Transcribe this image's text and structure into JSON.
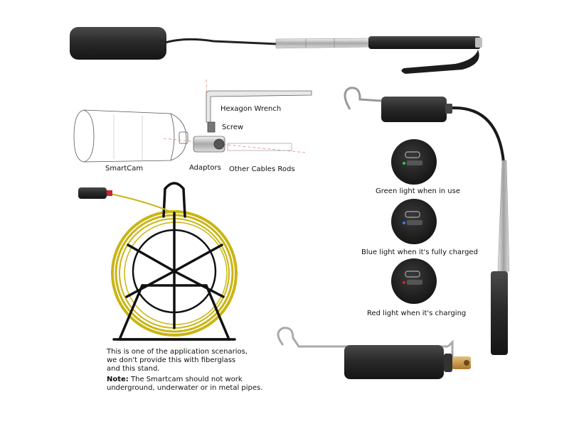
{
  "labels": {
    "hexagon_wrench": "Hexagon Wrench",
    "screw": "Screw",
    "smartcam": "SmartCam",
    "adaptors": "Adaptors",
    "other_cables_rods": "Other Cables Rods",
    "green_light": "Green light when in use",
    "blue_light": "Blue light when it's fully charged",
    "red_light": "Red light when it's charging"
  },
  "note": {
    "line1": "This is one of the application scenarios,",
    "line2": "we don't provide this with fiberglass",
    "line3": "and this stand.",
    "prefix": "Note:",
    "line4": " The Smartcam should not work",
    "line5": "underground, underwater or in metal pipes."
  },
  "colors": {
    "camera_body": "#2b2b2b",
    "steel": "#c8c8c8",
    "fiberglass": "#c9b514",
    "brass": "#c89a4a",
    "led_green": "#2ecc40",
    "led_blue": "#2a7fff",
    "led_red": "#e02020"
  }
}
